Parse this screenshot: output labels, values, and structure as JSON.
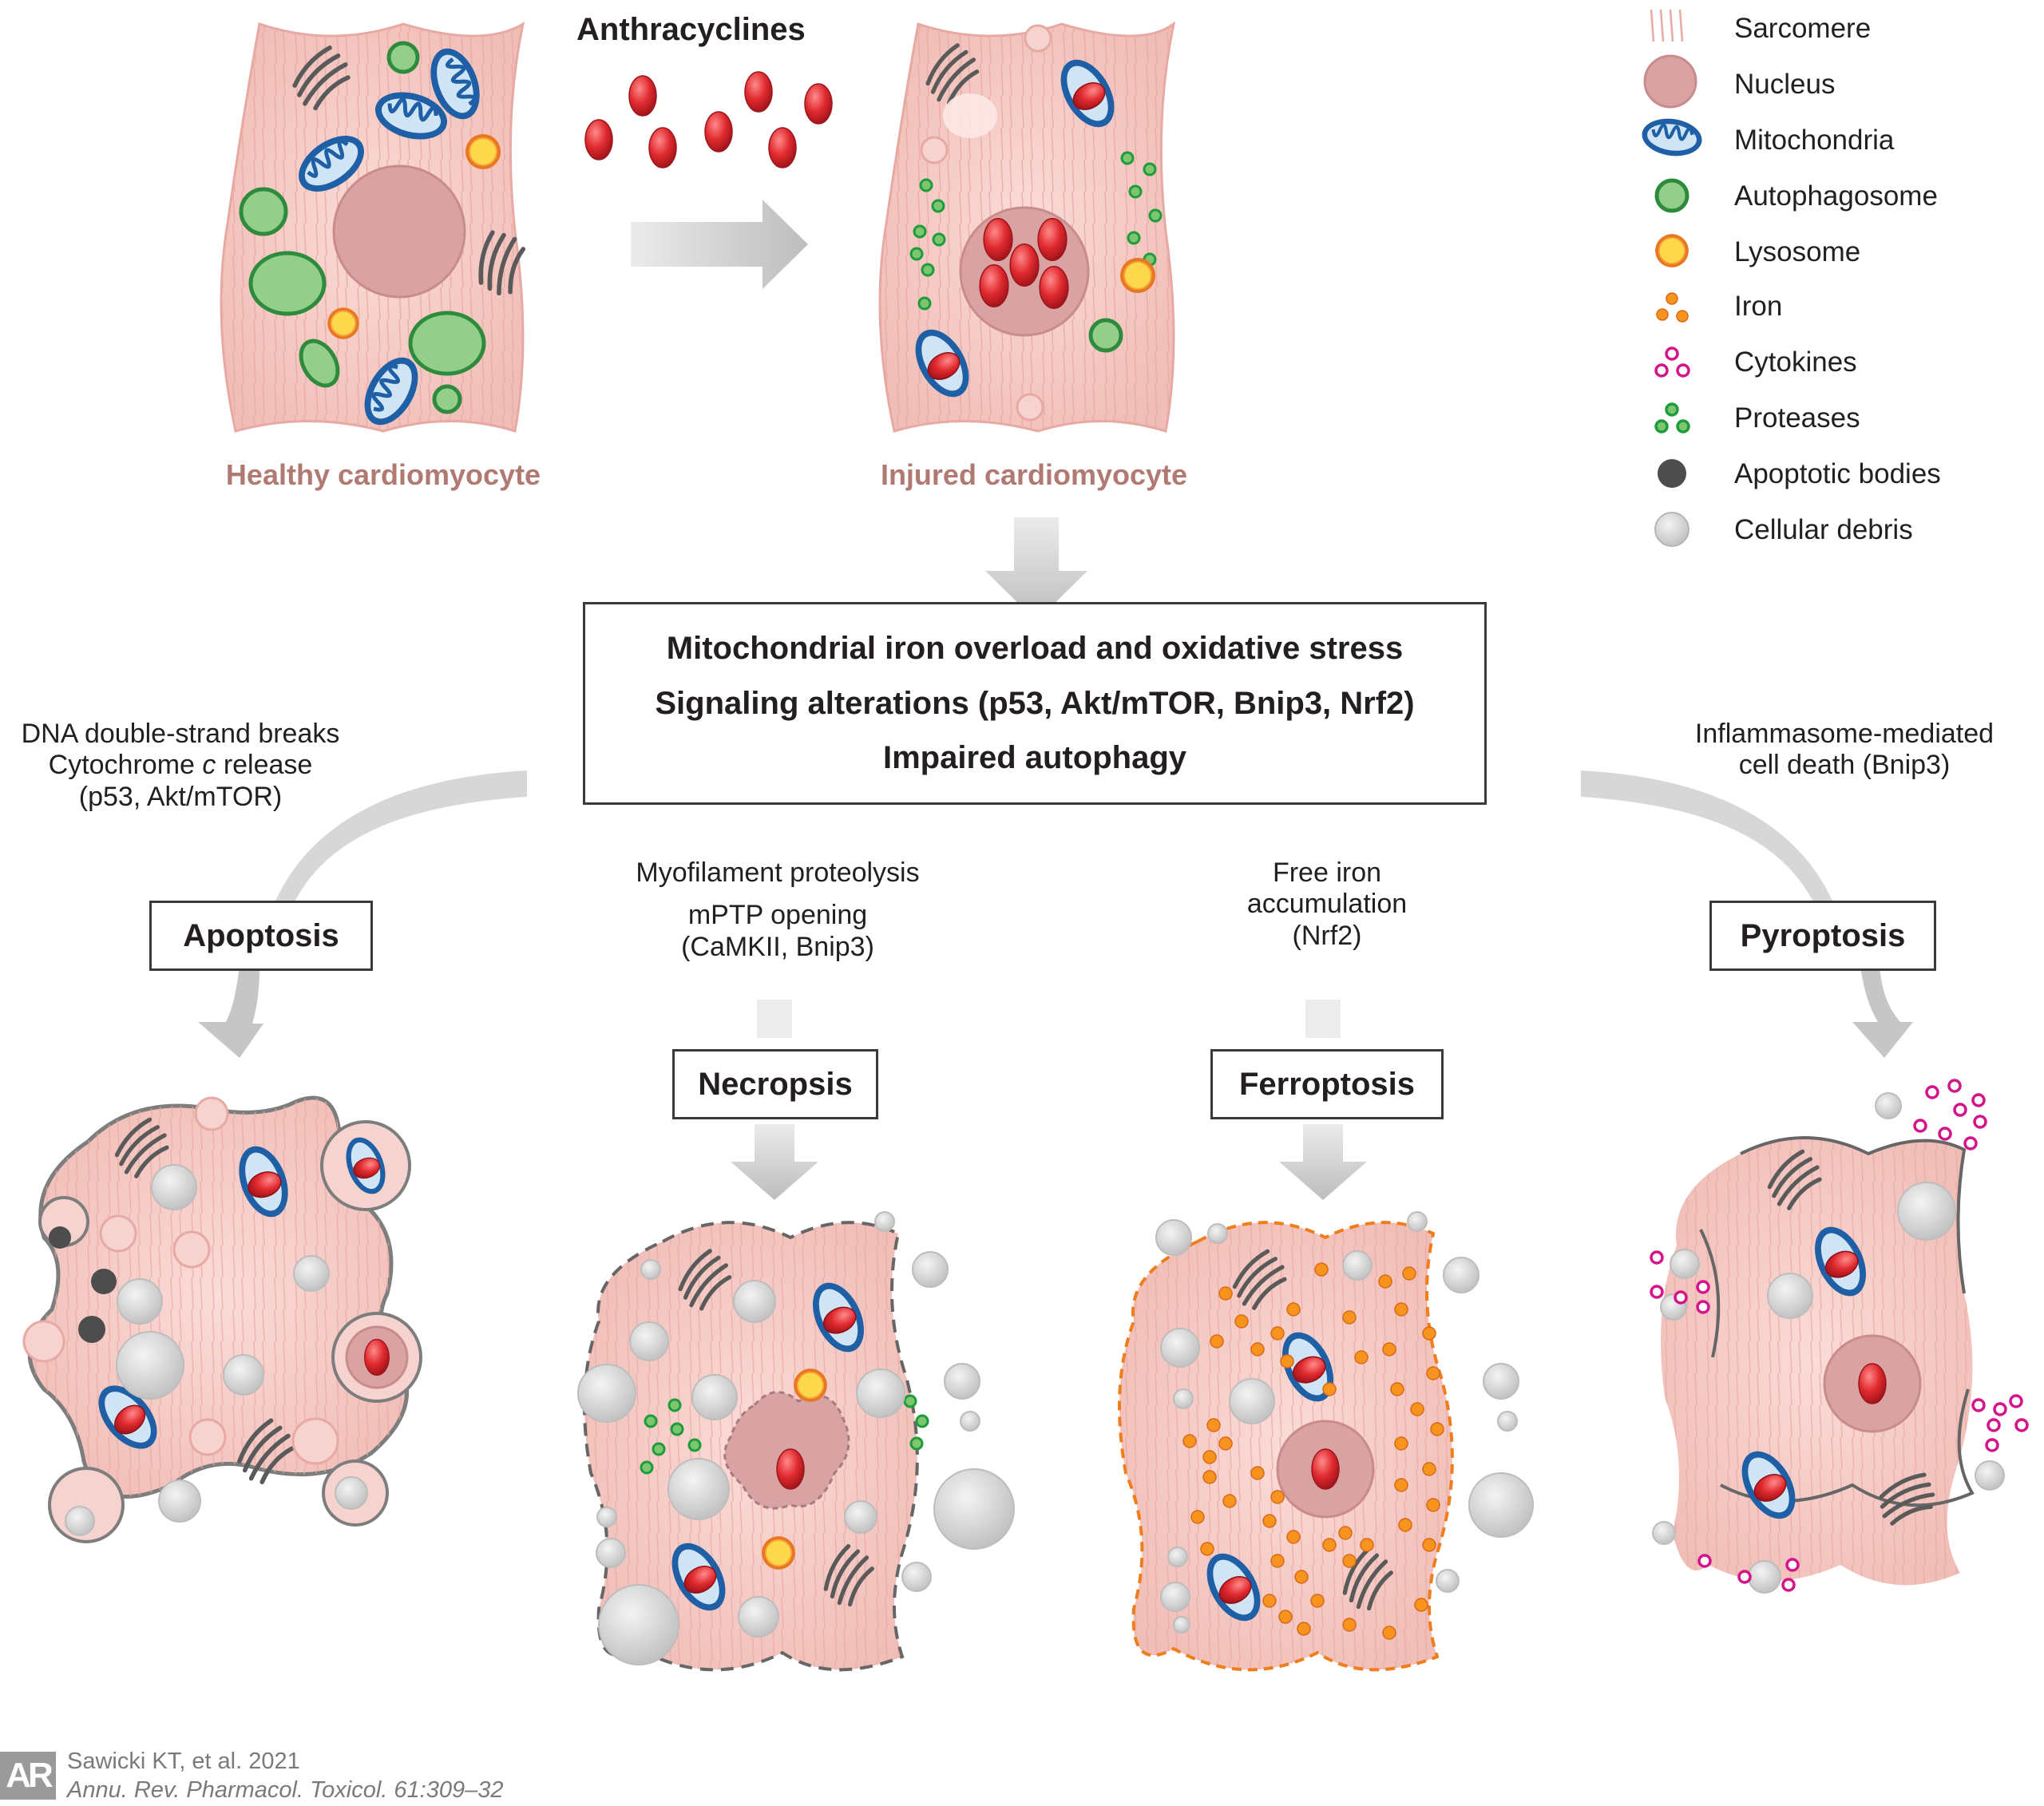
{
  "top": {
    "drug_label": "Anthracyclines",
    "healthy_caption": "Healthy cardiomyocyte",
    "injured_caption": "Injured cardiomyocyte"
  },
  "central_box": {
    "line1": "Mitochondrial iron overload and oxidative stress",
    "line2": "Signaling alterations (p53, Akt/mTOR, Bnip3, Nrf2)",
    "line3": "Impaired autophagy"
  },
  "legend": {
    "sarcomere": "Sarcomere",
    "nucleus": "Nucleus",
    "mitochondria": "Mitochondria",
    "autophagosome": "Autophagosome",
    "lysosome": "Lysosome",
    "iron": "Iron",
    "cytokines": "Cytokines",
    "proteases": "Proteases",
    "apoptotic_bodies": "Apoptotic bodies",
    "cellular_debris": "Cellular debris"
  },
  "pathways": {
    "apoptosis": {
      "title": "Apoptosis",
      "line1": "DNA double-strand breaks",
      "line2_pre": "Cytochrome ",
      "line2_italic": "c",
      "line2_post": " release",
      "line3": "(p53, Akt/mTOR)"
    },
    "necropsis": {
      "title": "Necropsis",
      "line1": "Myofilament proteolysis",
      "line2": "mPTP opening",
      "line3": "(CaMKII, Bnip3)"
    },
    "ferroptosis": {
      "title": "Ferroptosis",
      "line1": "Free iron",
      "line2": "accumulation",
      "line3": "(Nrf2)"
    },
    "pyroptosis": {
      "title": "Pyroptosis",
      "line1": "Inflammasome-mediated",
      "line2": "cell death (Bnip3)"
    }
  },
  "credit": {
    "logo": "AR",
    "author": "Sawicki KT, et al. 2021",
    "journal": "Annu. Rev. Pharmacol. Toxicol. 61:309–32"
  },
  "colors": {
    "cell_fill": "#f6cfcb",
    "cell_stroke": "#e7a9a3",
    "nucleus": "#d9a3a4",
    "mito_outer": "#1f5fa6",
    "mito_inner": "#cfe4f4",
    "drug_red": "#d9232e",
    "autophagosome": "#2e8b3d",
    "autophagosome_fill": "#93cf8a",
    "lysosome_ring": "#e87722",
    "lysosome_core": "#fff200",
    "iron": "#f7941d",
    "cytokines": "#d4148b",
    "proteases": "#1e9c3c",
    "apoptotic": "#4d4d4d",
    "debris": "#d3d3d3",
    "arrow_gray": "#c8c8c8",
    "caption": "#b07a72"
  }
}
